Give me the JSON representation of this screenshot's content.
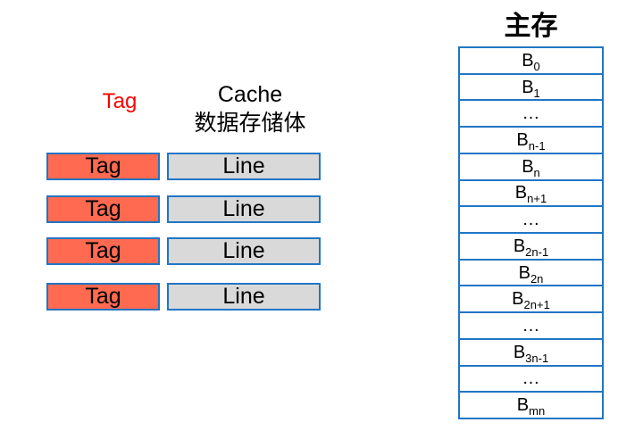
{
  "colors": {
    "tag_fill": "#FF6A50",
    "line_fill": "#D9D9D9",
    "border_blue": "#2176C4",
    "tag_header_red": "#FF0000",
    "text_black": "#000000",
    "canvas_bg": "#FFFFFF"
  },
  "cache": {
    "tag_header": "Tag",
    "header_line1": "Cache",
    "header_line2": "数据存储体",
    "rows": [
      {
        "tag": "Tag",
        "line": "Line"
      },
      {
        "tag": "Tag",
        "line": "Line"
      },
      {
        "tag": "Tag",
        "line": "Line"
      },
      {
        "tag": "Tag",
        "line": "Line"
      }
    ]
  },
  "main_memory": {
    "title": "主存",
    "rows": [
      {
        "base": "B",
        "sub": "0"
      },
      {
        "base": "B",
        "sub": "1"
      },
      {
        "base": "…",
        "sub": ""
      },
      {
        "base": "B",
        "sub": "n-1"
      },
      {
        "base": "B",
        "sub": "n"
      },
      {
        "base": "B",
        "sub": "n+1"
      },
      {
        "base": "…",
        "sub": ""
      },
      {
        "base": "B",
        "sub": "2n-1"
      },
      {
        "base": "B",
        "sub": "2n"
      },
      {
        "base": "B",
        "sub": "2n+1"
      },
      {
        "base": "…",
        "sub": ""
      },
      {
        "base": "B",
        "sub": "3n-1"
      },
      {
        "base": "…",
        "sub": ""
      },
      {
        "base": "B",
        "sub": "mn"
      }
    ]
  }
}
